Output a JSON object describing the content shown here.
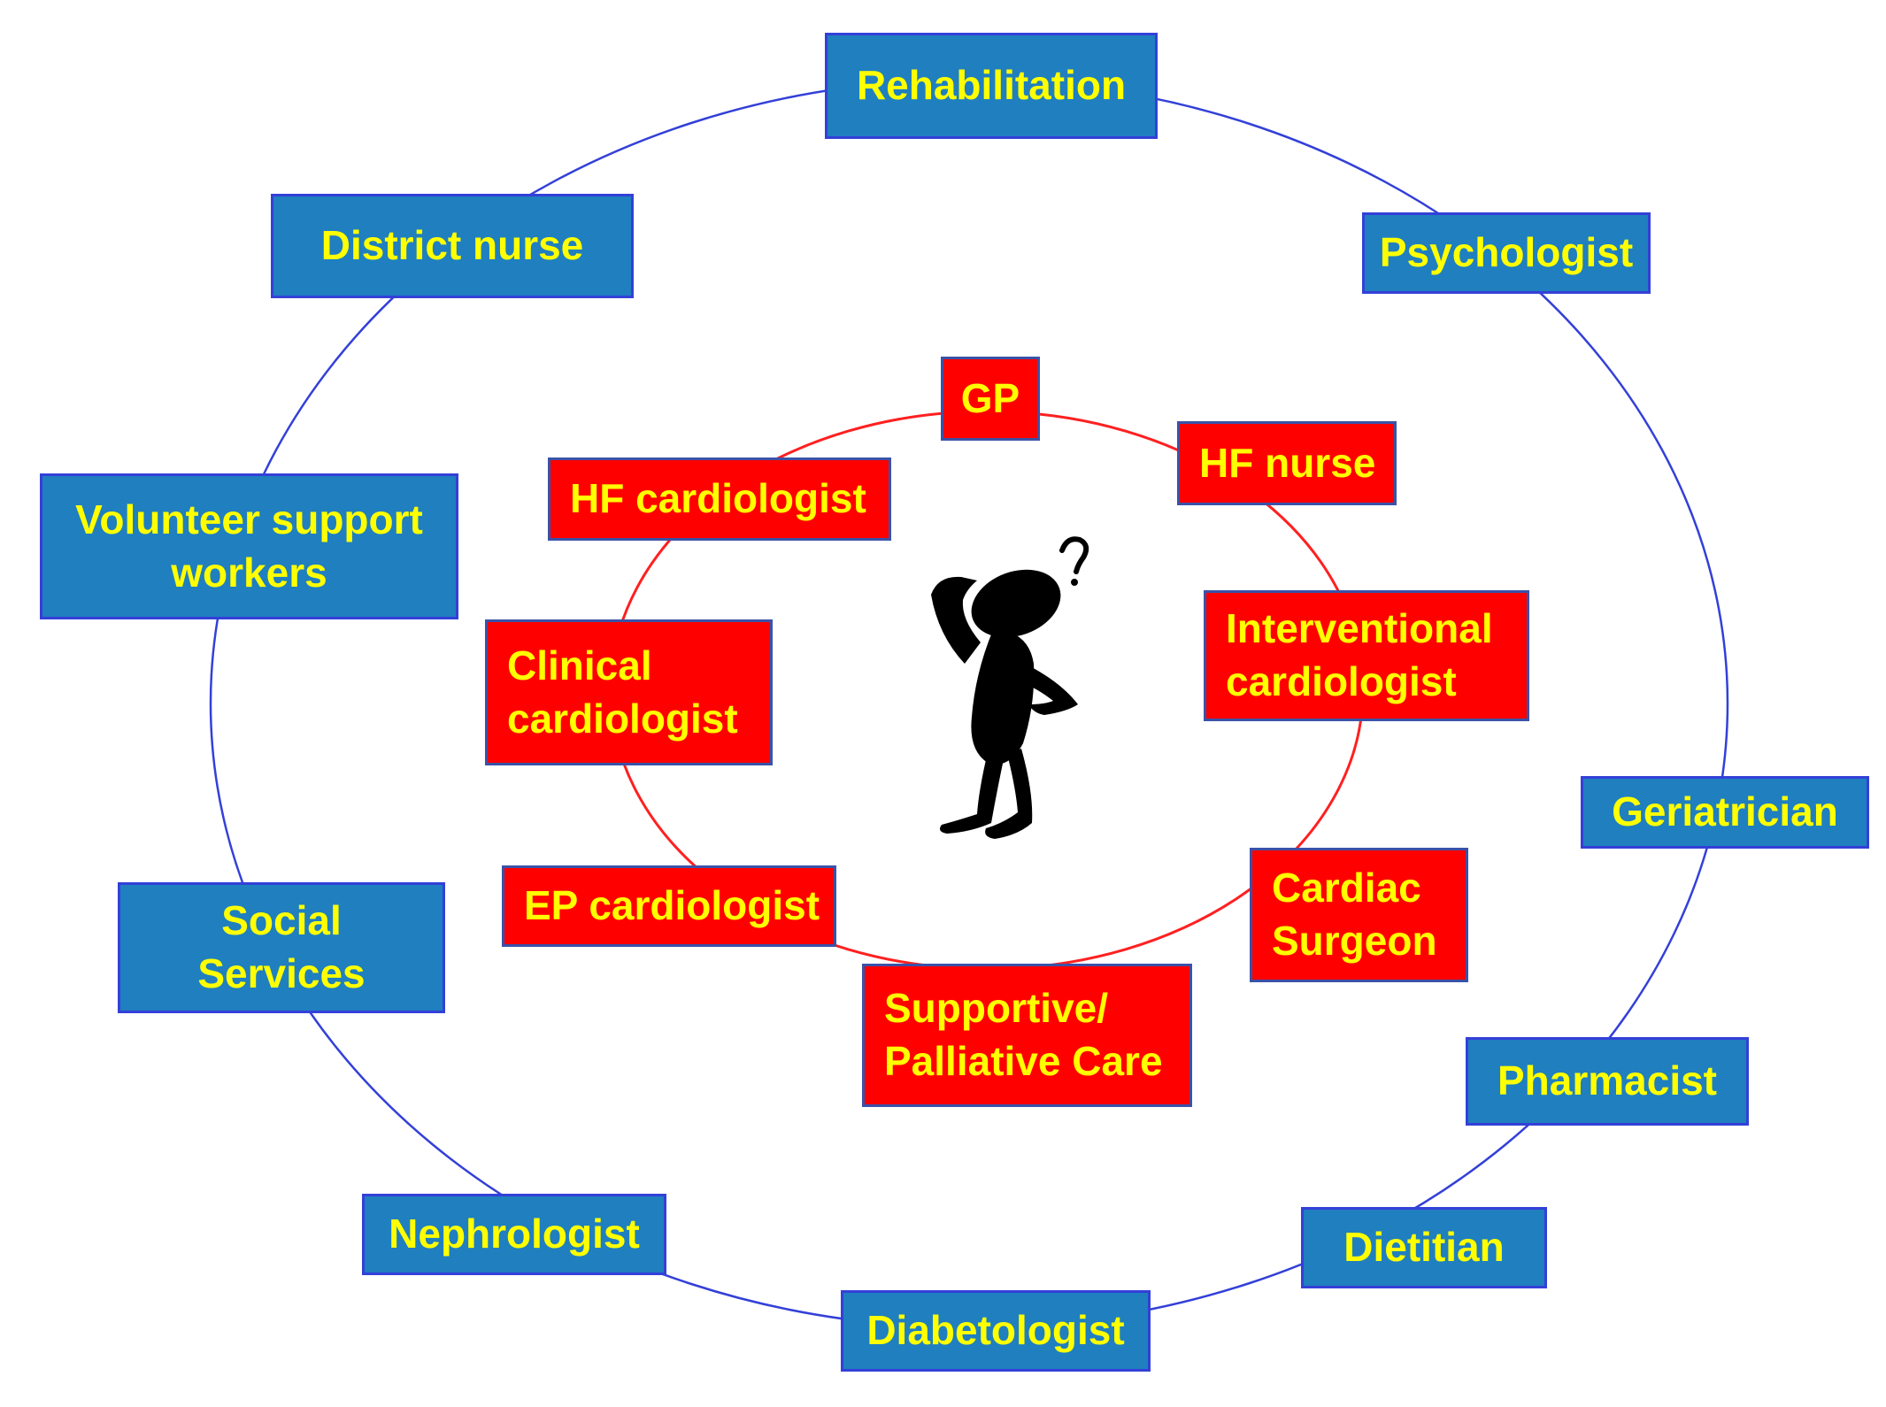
{
  "diagram": {
    "colors": {
      "outer_box_fill": "#1f7fbf",
      "inner_box_fill": "#ff0000",
      "label_text": "#ffff00",
      "outer_ring": "#3340d8",
      "inner_ring": "#ff2020"
    },
    "center_icon": "thinking-person-icon",
    "outer_ring": [
      {
        "id": "rehabilitation",
        "lines": [
          "Rehabilitation"
        ]
      },
      {
        "id": "psychologist",
        "lines": [
          "Psychologist"
        ]
      },
      {
        "id": "geriatrician",
        "lines": [
          "Geriatrician"
        ]
      },
      {
        "id": "pharmacist",
        "lines": [
          "Pharmacist"
        ]
      },
      {
        "id": "dietitian",
        "lines": [
          "Dietitian"
        ]
      },
      {
        "id": "diabetologist",
        "lines": [
          "Diabetologist"
        ]
      },
      {
        "id": "nephrologist",
        "lines": [
          "Nephrologist"
        ]
      },
      {
        "id": "social-services",
        "lines": [
          "Social",
          "Services"
        ]
      },
      {
        "id": "volunteer-support-workers",
        "lines": [
          "Volunteer support",
          "workers"
        ]
      },
      {
        "id": "district-nurse",
        "lines": [
          "District nurse"
        ]
      }
    ],
    "inner_ring": [
      {
        "id": "gp",
        "lines": [
          "GP"
        ]
      },
      {
        "id": "hf-nurse",
        "lines": [
          "HF nurse"
        ]
      },
      {
        "id": "interventional-cardiologist",
        "lines": [
          "Interventional",
          "cardiologist"
        ]
      },
      {
        "id": "cardiac-surgeon",
        "lines": [
          "Cardiac",
          "Surgeon"
        ]
      },
      {
        "id": "supportive-palliative-care",
        "lines": [
          "Supportive/",
          "Palliative Care"
        ]
      },
      {
        "id": "ep-cardiologist",
        "lines": [
          "EP cardiologist"
        ]
      },
      {
        "id": "clinical-cardiologist",
        "lines": [
          "Clinical",
          "cardiologist"
        ]
      },
      {
        "id": "hf-cardiologist",
        "lines": [
          "HF cardiologist"
        ]
      }
    ]
  }
}
